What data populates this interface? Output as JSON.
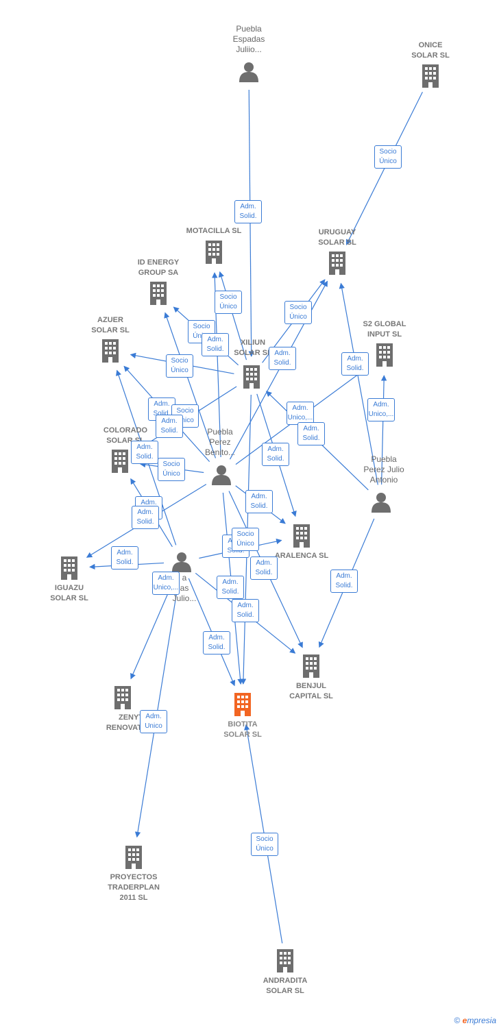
{
  "colors": {
    "edge": "#3a7bd5",
    "node": "#6e6e6e",
    "focus": "#f26522"
  },
  "nodes": [
    {
      "id": "puebla_espadas",
      "type": "person",
      "label": "Puebla\nEspadas\nJuliio...",
      "icon": "person-icon"
    },
    {
      "id": "onice",
      "type": "company",
      "label": "ONICE\nSOLAR SL",
      "icon": "building-icon"
    },
    {
      "id": "motacilla",
      "type": "company",
      "label": "MOTACILLA SL",
      "icon": "building-icon"
    },
    {
      "id": "uruguay",
      "type": "company",
      "label": "URUGUAY\nSOLAR SL",
      "icon": "building-icon"
    },
    {
      "id": "id_energy",
      "type": "company",
      "label": "ID ENERGY\nGROUP SA",
      "icon": "building-icon"
    },
    {
      "id": "azuer",
      "type": "company",
      "label": "AZUER\nSOLAR SL",
      "icon": "building-icon"
    },
    {
      "id": "xiliun",
      "type": "company",
      "label": "XILIUN\nSOLAR SL",
      "icon": "building-icon"
    },
    {
      "id": "s2global",
      "type": "company",
      "label": "S2 GLOBAL\nINPUT SL",
      "icon": "building-icon"
    },
    {
      "id": "colorado",
      "type": "company",
      "label": "COLORADO\nSOLAR SL",
      "icon": "building-icon"
    },
    {
      "id": "puebla_benito",
      "type": "person",
      "label": "Puebla\nPerez\nBenito...",
      "icon": "person-icon"
    },
    {
      "id": "puebla_julio_antonio",
      "type": "person",
      "label": "Puebla\nPerez Julio\nAntonio",
      "icon": "person-icon"
    },
    {
      "id": "aralenca",
      "type": "company",
      "label": "ARALENCA SL",
      "icon": "building-icon"
    },
    {
      "id": "iguazu",
      "type": "company",
      "label": "IGUAZU\nSOLAR SL",
      "icon": "building-icon"
    },
    {
      "id": "puebla_julio",
      "type": "person",
      "label": "a\nas\nJulio...",
      "icon": "person-icon"
    },
    {
      "id": "benjul",
      "type": "company",
      "label": "BENJUL\nCAPITAL SL",
      "icon": "building-icon"
    },
    {
      "id": "zenyt",
      "type": "company",
      "label": "ZENYT\nRENOVATIUM",
      "icon": "building-icon"
    },
    {
      "id": "biotita",
      "type": "focus",
      "label": "BIOTITA\nSOLAR SL",
      "icon": "building-icon"
    },
    {
      "id": "proyectos",
      "type": "company",
      "label": "PROYECTOS\nTRADERPLAN\n2011 SL",
      "icon": "building-icon"
    },
    {
      "id": "andradita",
      "type": "company",
      "label": "ANDRADITA\nSOLAR SL",
      "icon": "building-icon"
    }
  ],
  "edges": [
    {
      "from": "puebla_espadas",
      "to": "xiliun",
      "label": "Adm.\nSolid."
    },
    {
      "from": "onice",
      "to": "uruguay",
      "label": "Socio\nÚnico"
    },
    {
      "from": "xiliun",
      "to": "motacilla",
      "label": "Socio\nÚnico"
    },
    {
      "from": "xiliun",
      "to": "uruguay",
      "label": "Socio\nÚnico"
    },
    {
      "from": "puebla_benito",
      "to": "uruguay",
      "label": "Adm.\nSolid."
    },
    {
      "from": "xiliun",
      "to": "id_energy",
      "label": "Socio\nÚnico"
    },
    {
      "from": "puebla_benito",
      "to": "motacilla",
      "label": "Adm.\nSolid."
    },
    {
      "from": "xiliun",
      "to": "azuer",
      "label": "Socio\nÚnico"
    },
    {
      "from": "puebla_julio_antonio",
      "to": "uruguay",
      "label": "Adm.\nSolid."
    },
    {
      "from": "puebla_julio_antonio",
      "to": "s2global",
      "label": "Adm.\nUnico,..."
    },
    {
      "from": "puebla_benito",
      "to": "s2global",
      "label": "Adm.\nUnico,..."
    },
    {
      "from": "puebla_julio_antonio",
      "to": "xiliun",
      "label": "Adm.\nSolid."
    },
    {
      "from": "puebla_benito",
      "to": "id_energy",
      "label": "Adm.\nSolid."
    },
    {
      "from": "xiliun",
      "to": "colorado",
      "label": "Socio\nÚnico"
    },
    {
      "from": "puebla_benito",
      "to": "azuer",
      "label": "Adm.\nSolid."
    },
    {
      "from": "puebla_benito",
      "to": "colorado",
      "label": "Adm.\nSolid."
    },
    {
      "from": "puebla_julio",
      "to": "colorado",
      "label": "Adm.\nSolid."
    },
    {
      "from": "xiliun",
      "to": "aralenca",
      "label": "Socio\nÚnico"
    },
    {
      "from": "puebla_benito",
      "to": "aralenca",
      "label": "Adm.\nSolid."
    },
    {
      "from": "puebla_julio",
      "to": "azuer",
      "label": "Adm.\nSolid."
    },
    {
      "from": "puebla_benito",
      "to": "iguazu",
      "label": "Adm.\nSolid."
    },
    {
      "from": "puebla_julio",
      "to": "iguazu",
      "label": "Adm.\nSolid."
    },
    {
      "from": "puebla_julio",
      "to": "aralenca",
      "label": "Adm.\nSolid."
    },
    {
      "from": "xiliun",
      "to": "biotita",
      "label": "Socio\nÚnico"
    },
    {
      "from": "puebla_julio",
      "to": "zenyt",
      "label": "Adm.\nUnico,..."
    },
    {
      "from": "puebla_benito",
      "to": "benjul",
      "label": "Adm.\nSolid."
    },
    {
      "from": "puebla_julio",
      "to": "biotita",
      "label": "Adm.\nSolid."
    },
    {
      "from": "puebla_julio_antonio",
      "to": "benjul",
      "label": "Adm.\nSolid."
    },
    {
      "from": "puebla_benito",
      "to": "biotita",
      "label": "Adm.\nSolid."
    },
    {
      "from": "puebla_julio",
      "to": "benjul",
      "label": "Adm.\nSolid."
    },
    {
      "from": "puebla_julio",
      "to": "proyectos",
      "label": "Adm.\nUnico"
    },
    {
      "from": "andradita",
      "to": "biotita",
      "label": "Socio\nÚnico"
    }
  ],
  "footer": {
    "copyright": "©",
    "brand_initial": "e",
    "brand_rest": "mpresia"
  }
}
